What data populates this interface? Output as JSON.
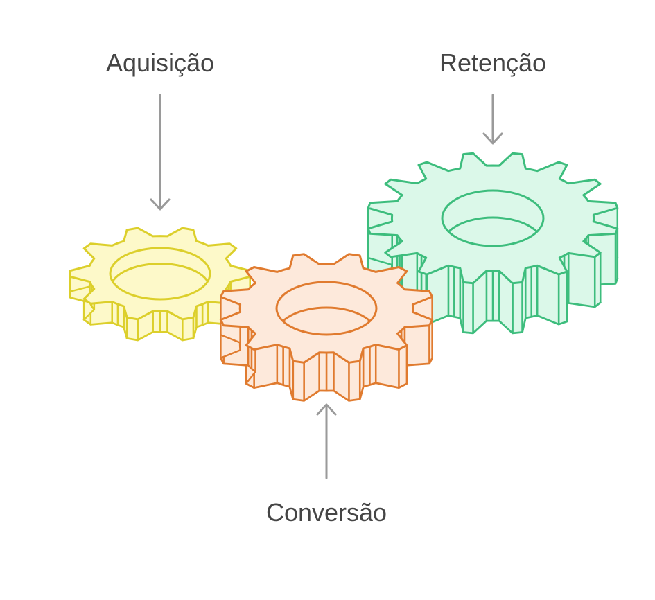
{
  "diagram": {
    "labels": {
      "aquisicao": "Aquisição",
      "retencao": "Retenção",
      "conversao": "Conversão"
    },
    "gears": [
      {
        "id": "gear-aquisicao",
        "label_ref": "aquisicao",
        "stroke": "#dccf2b",
        "fill": "#fdf9c9",
        "teeth": 10
      },
      {
        "id": "gear-conversao",
        "label_ref": "conversao",
        "stroke": "#e07b2f",
        "fill": "#fde9db",
        "teeth": 12
      },
      {
        "id": "gear-retencao",
        "label_ref": "retencao",
        "stroke": "#3dbd7d",
        "fill": "#dbf8e9",
        "teeth": 16
      }
    ],
    "arrow_color": "#9a9a9a",
    "text_color": "#454545"
  }
}
